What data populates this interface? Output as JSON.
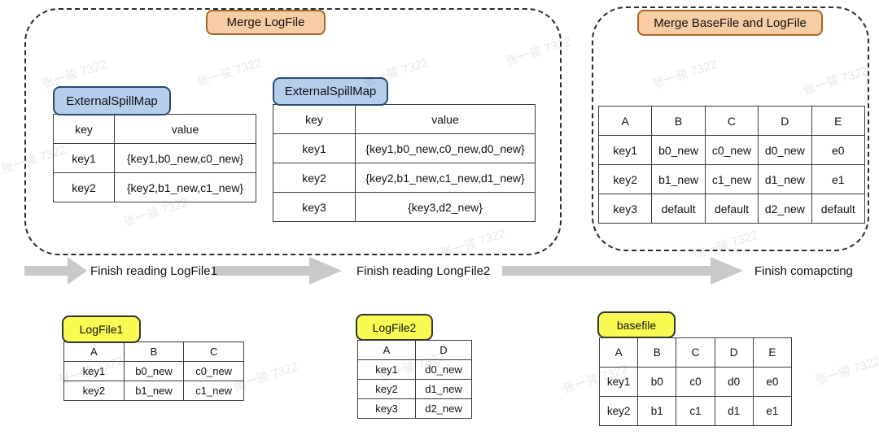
{
  "watermark": {
    "text": "张一骏 7322"
  },
  "panels": {
    "merge_logfile": {
      "title": "Merge LogFile",
      "spillmap1": {
        "label": "ExternalSpillMap",
        "headers": [
          "key",
          "value"
        ],
        "rows": [
          [
            "key1",
            "{key1,b0_new,c0_new}"
          ],
          [
            "key2",
            "{key2,b1_new,c1_new}"
          ]
        ]
      },
      "spillmap2": {
        "label": "ExternalSpillMap",
        "headers": [
          "key",
          "value"
        ],
        "rows": [
          [
            "key1",
            "{key1,b0_new,c0_new,d0_new}"
          ],
          [
            "key2",
            "{key2,b1_new,c1_new,d1_new}"
          ],
          [
            "key3",
            "{key3,d2_new}"
          ]
        ]
      }
    },
    "merge_basefile": {
      "title": "Merge BaseFile and LogFile",
      "result_table": {
        "headers": [
          "A",
          "B",
          "C",
          "D",
          "E"
        ],
        "rows": [
          [
            "key1",
            "b0_new",
            "c0_new",
            "d0_new",
            "e0"
          ],
          [
            "key2",
            "b1_new",
            "c1_new",
            "d1_new",
            "e1"
          ],
          [
            "key3",
            "default",
            "default",
            "d2_new",
            "default"
          ]
        ]
      }
    }
  },
  "timeline": {
    "steps": [
      "Finish reading LogFile1",
      "Finish reading LongFile2",
      "Finish comapcting"
    ]
  },
  "files": [
    {
      "label": "LogFile1",
      "table": {
        "headers": [
          "A",
          "B",
          "C"
        ],
        "rows": [
          [
            "key1",
            "b0_new",
            "c0_new"
          ],
          [
            "key2",
            "b1_new",
            "c1_new"
          ]
        ]
      }
    },
    {
      "label": "LogFile2",
      "table": {
        "headers": [
          "A",
          "D"
        ],
        "rows": [
          [
            "key1",
            "d0_new"
          ],
          [
            "key2",
            "d1_new"
          ],
          [
            "key3",
            "d2_new"
          ]
        ]
      }
    },
    {
      "label": "basefile",
      "table": {
        "headers": [
          "A",
          "B",
          "C",
          "D",
          "E"
        ],
        "rows": [
          [
            "key1",
            "b0",
            "c0",
            "d0",
            "e0"
          ],
          [
            "key2",
            "b1",
            "c1",
            "d1",
            "e1"
          ]
        ]
      }
    }
  ],
  "colors": {
    "title_box_bg": "#F9CDA4",
    "title_box_border": "#A3682A",
    "spillmap_bg": "#B5CEEC",
    "spillmap_border": "#2B4A70",
    "file_label_bg": "#FAFB52",
    "file_label_border": "#333333",
    "arrow_gray": "#C9C9C9",
    "table_border": "#3A3A3A",
    "panel_border": "#2B2B2B"
  }
}
